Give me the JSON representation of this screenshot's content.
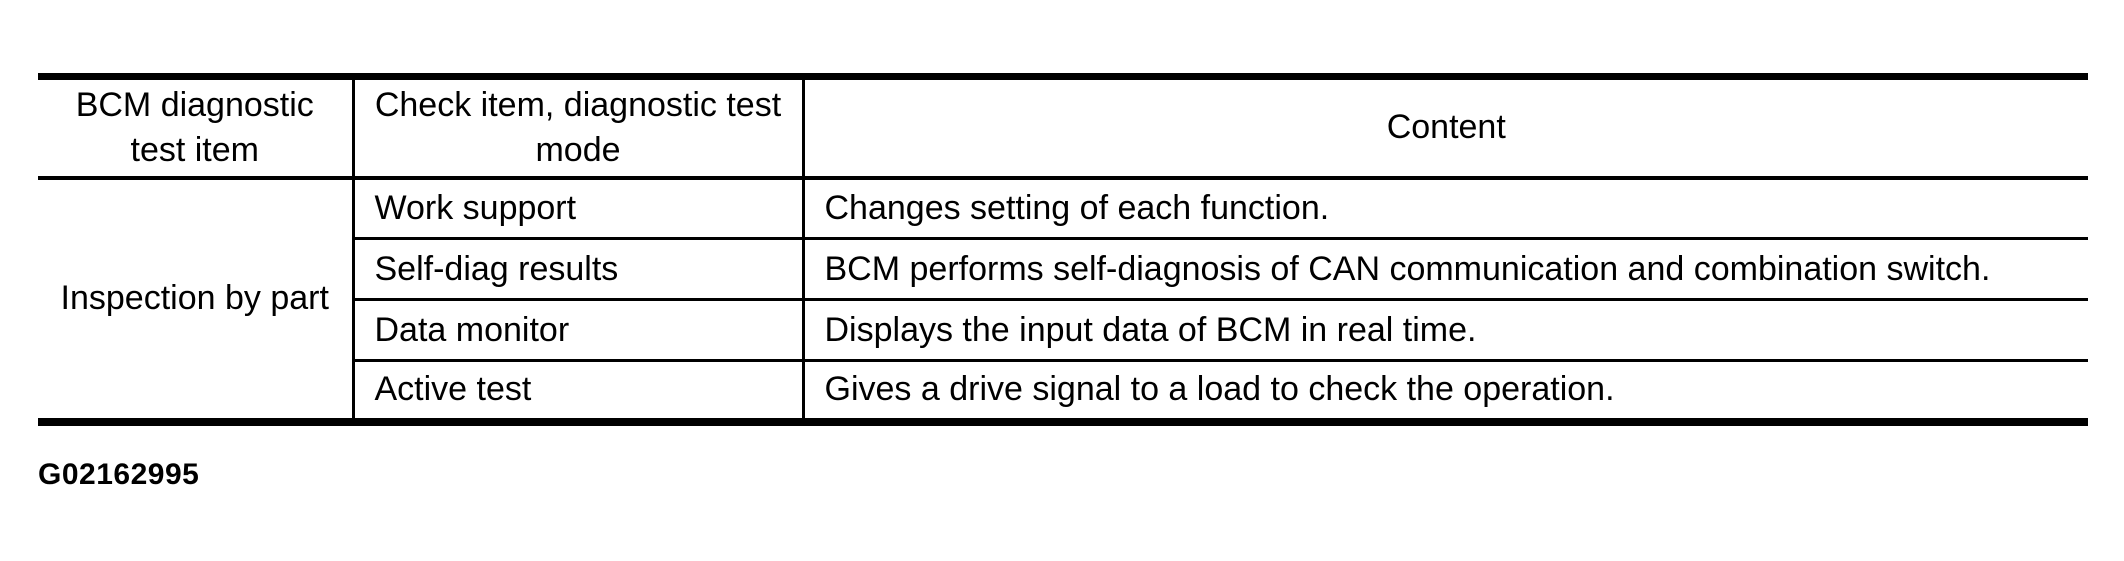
{
  "table": {
    "header": {
      "col1": "BCM diagnostic test item",
      "col2": "Check item, diagnostic test mode",
      "col3": "Content"
    },
    "group_label": "Inspection by part",
    "rows": [
      {
        "mode": "Work support",
        "content": "Changes setting of each function."
      },
      {
        "mode": "Self-diag results",
        "content": "BCM performs self-diagnosis of CAN communication and combination switch."
      },
      {
        "mode": "Data monitor",
        "content": "Displays the input data of BCM in real time."
      },
      {
        "mode": "Active test",
        "content": "Gives a drive signal to a load to check the operation."
      }
    ]
  },
  "figure_code": "G02162995",
  "colors": {
    "border": "#000000",
    "text": "#000000",
    "background": "#ffffff"
  }
}
